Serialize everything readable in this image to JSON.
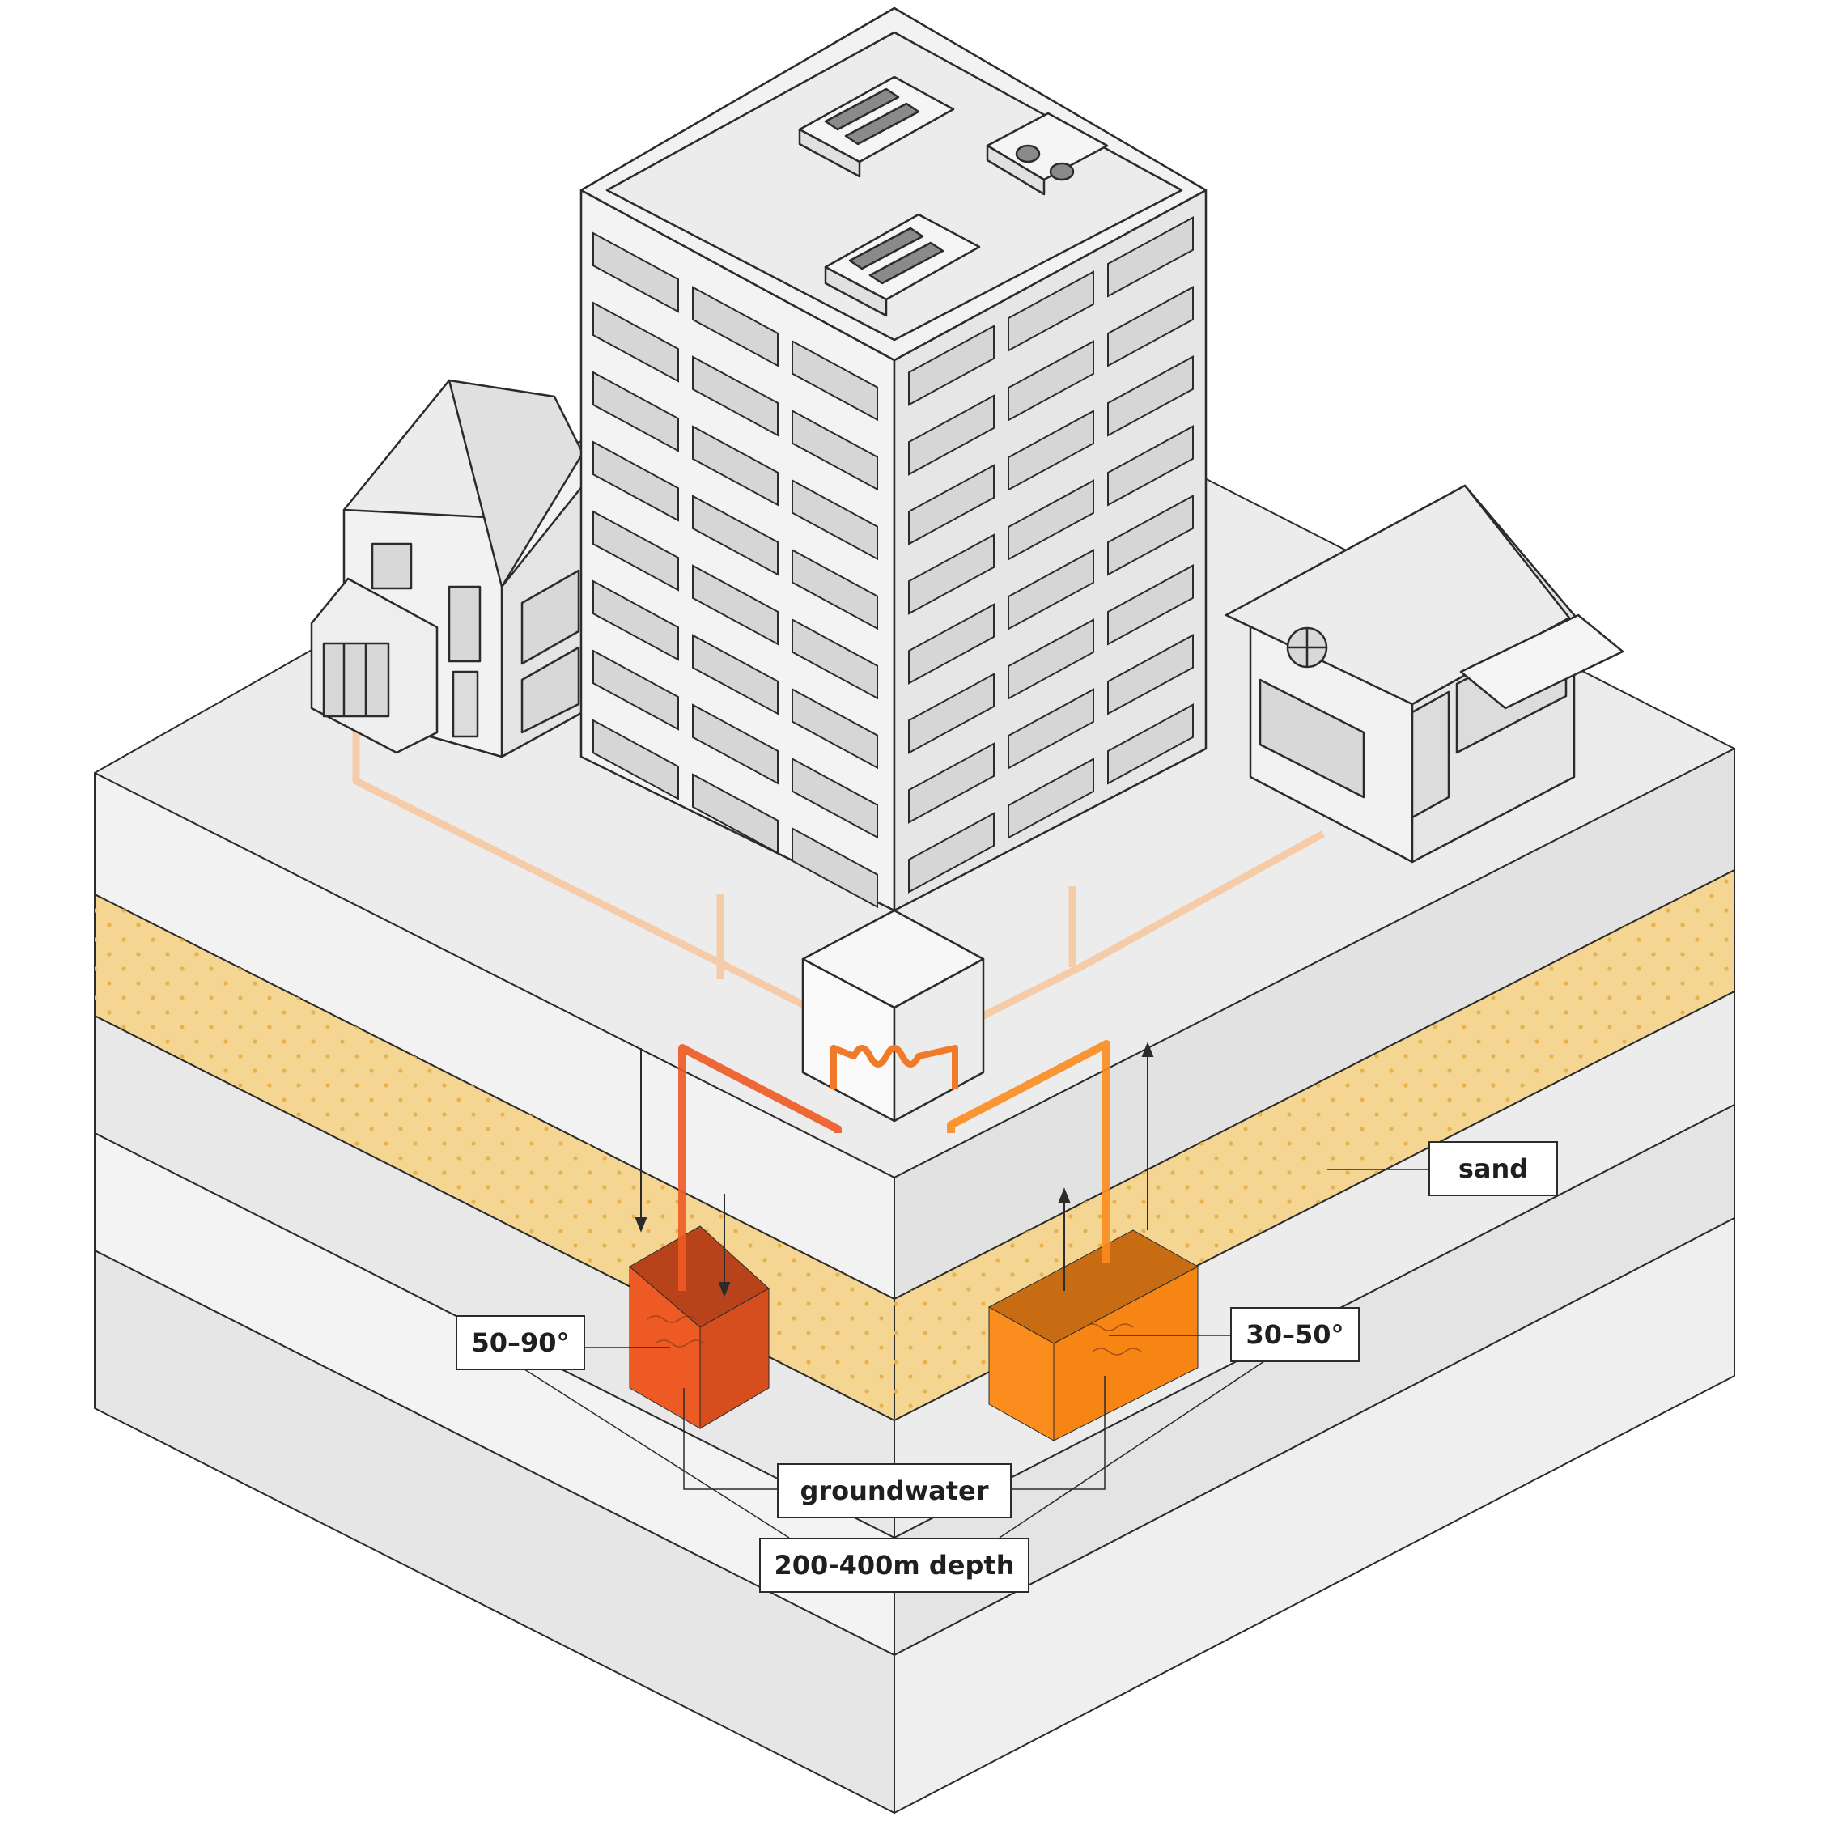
{
  "labels": {
    "sand": "sand",
    "hot_temp": "50–90°",
    "cold_temp": "30–50°",
    "groundwater": "groundwater",
    "depth": "200-400m depth"
  },
  "colors": {
    "hot_well": "#ee5a24",
    "hot_well_dark": "#b8431a",
    "warm_well": "#fb8c1e",
    "warm_well_dark": "#c76c12",
    "sand": "#f4d592",
    "sand_dot": "#e7b24e",
    "pipe": "#f6c9a0",
    "ground_top": "#ebebeb",
    "layer_left": "#f1f1f1",
    "layer_right": "#e3e3e3",
    "line": "#2b2b2b"
  },
  "icons": [
    "heat-exchanger-coil-icon",
    "flow-down-arrow-icon",
    "flow-up-arrow-icon",
    "roof-vent-icon"
  ]
}
